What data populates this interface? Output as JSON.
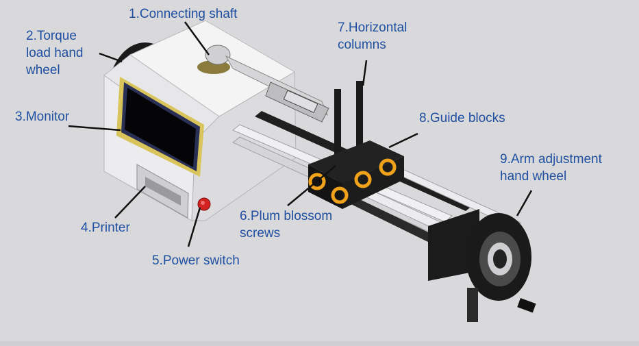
{
  "labels": {
    "connecting_shaft": "1.Connecting shaft",
    "torque_wheel": [
      "2.Torque",
      "load hand",
      "wheel"
    ],
    "monitor": "3.Monitor",
    "printer": "4.Printer",
    "power_switch": "5.Power switch",
    "plum_screws": [
      "6.Plum blossom",
      "screws"
    ],
    "horizontal_columns": [
      "7.Horizontal",
      "columns"
    ],
    "guide_blocks": "8.Guide blocks",
    "arm_wheel": [
      "9.Arm adjustment",
      "hand wheel"
    ]
  },
  "colors": {
    "label_text": "#1f4fa0",
    "background": "#d9d9db",
    "housing": "#ededee",
    "screen_frame": "#d8c45a",
    "accent_ring": "#f0a21a",
    "power_button": "#d22222"
  }
}
